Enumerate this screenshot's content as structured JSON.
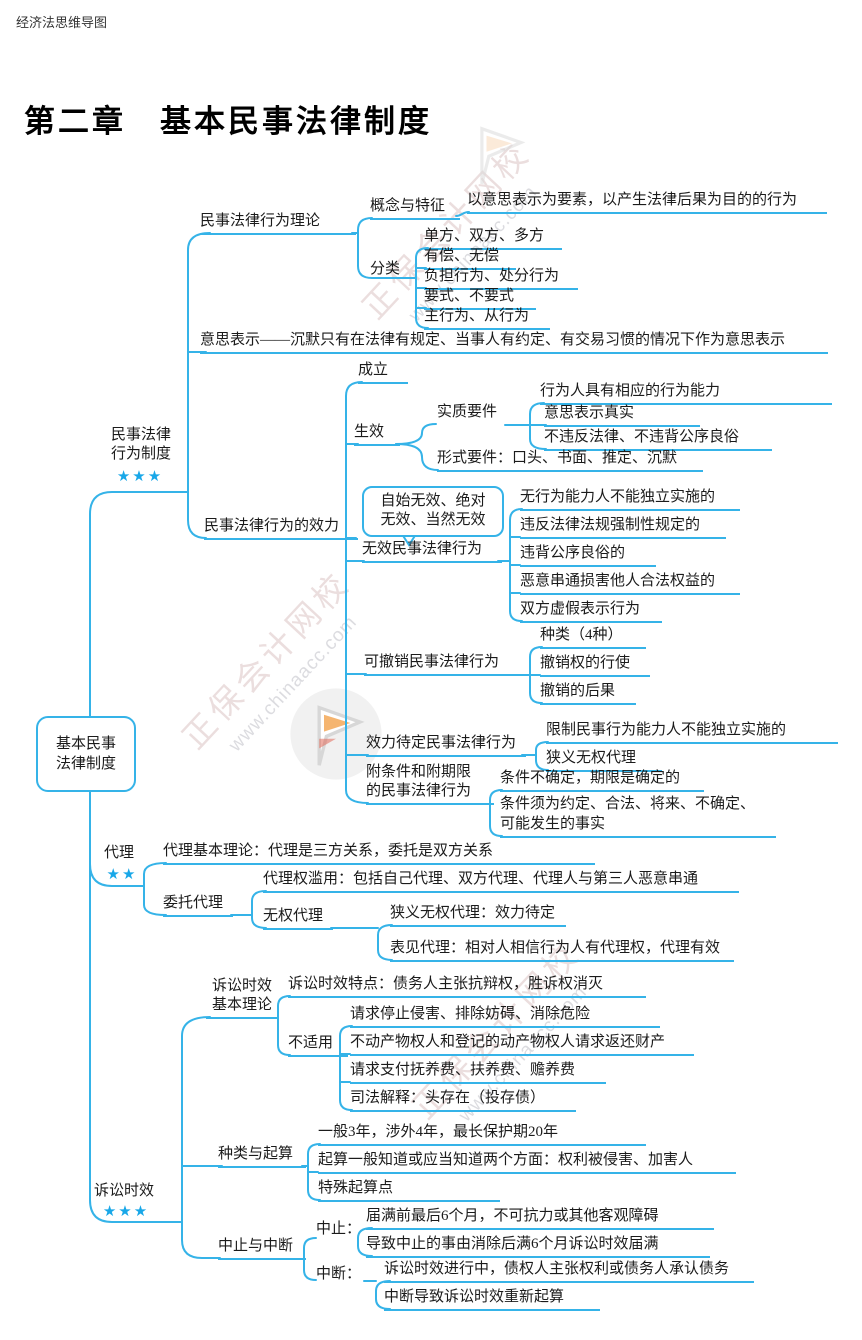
{
  "page": {
    "app_title": "经济法思维导图",
    "chapter_title": "第二章　基本民事法律制度"
  },
  "watermark": {
    "brand": "正保会计网校",
    "url": "www.chinaacc.com"
  },
  "colors": {
    "line": "#35b3e8",
    "star": "#18a7e8",
    "text": "#1b1b1b"
  },
  "root": {
    "line1": "基本民事",
    "line2": "法律制度"
  },
  "branches": {
    "b1_line1": "民事法律",
    "b1_line2": "行为制度",
    "b1_stars": "★★★",
    "b2_label": "代理",
    "b2_stars": "★★",
    "b3_label": "诉讼时效",
    "b3_stars": "★★★"
  },
  "nodes": {
    "theory": "民事法律行为理论",
    "concept": "概念与特征",
    "concept_detail": "以意思表示为要素，以产生法律后果为目的的行为",
    "cls": "分类",
    "cls1": "单方、双方、多方",
    "cls2": "有偿、无偿",
    "cls3": "负担行为、处分行为",
    "cls4": "要式、不要式",
    "cls5": "主行为、从行为",
    "yisi": "意思表示——沉默只有在法律有规定、当事人有约定、有交易习惯的情况下作为意思表示",
    "xiaoli": "民事法律行为的效力",
    "chengli": "成立",
    "shengxiao": "生效",
    "shizhi": "实质要件",
    "shizhi1": "行为人具有相应的行为能力",
    "shizhi2": "意思表示真实",
    "shizhi3": "不违反法律、不违背公序良俗",
    "xingshi": "形式要件：口头、书面、推定、沉默",
    "callout_line1": "自始无效、绝对",
    "callout_line2": "无效、当然无效",
    "wuxiao": "无效民事法律行为",
    "wx1": "无行为能力人不能独立实施的",
    "wx2": "违反法律法规强制性规定的",
    "wx3": "违背公序良俗的",
    "wx4": "恶意串通损害他人合法权益的",
    "wx5": "双方虚假表示行为",
    "kechexiao": "可撤销民事法律行为",
    "kcx1": "种类（4种）",
    "kcx2": "撤销权的行使",
    "kcx3": "撤销的后果",
    "xiaolidaiding": "效力待定民事法律行为",
    "xld1": "限制民事行为能力人不能独立实施的",
    "xld2": "狭义无权代理",
    "futiaojian_line1": "附条件和附期限",
    "futiaojian_line2": "的民事法律行为",
    "ftj1": "条件不确定，期限是确定的",
    "ftj2a": "条件须为约定、合法、将来、不确定、",
    "ftj2b": "可能发生的事实",
    "daili_jiben": "代理基本理论：代理是三方关系，委托是双方关系",
    "weituo": "委托代理",
    "lanyong": "代理权滥用：包括自己代理、双方代理、代理人与第三人恶意串通",
    "wuquan": "无权代理",
    "xiayi": "狭义无权代理：效力待定",
    "biaojian": "表见代理：相对人相信行为人有代理权，代理有效",
    "susong_line1": "诉讼时效",
    "susong_line2": "基本理论",
    "tedian": "诉讼时效特点：债务人主张抗辩权，胜诉权消灭",
    "bushiyong": "不适用",
    "bsy1": "请求停止侵害、排除妨碍、消除危险",
    "bsy2": "不动产物权人和登记的动产物权人请求返还财产",
    "bsy3": "请求支付抚养费、扶养费、赡养费",
    "bsy4": "司法解释：头存在（投存债）",
    "zhonglei": "种类与起算",
    "zl1": "一般3年，涉外4年，最长保护期20年",
    "zl2": "起算一般知道或应当知道两个方面：权利被侵害、加害人",
    "zl3": "特殊起算点",
    "zhongzhi_duan": "中止与中断",
    "zhongzhi": "中止：",
    "zz1": "届满前最后6个月，不可抗力或其他客观障碍",
    "zz2": "导致中止的事由消除后满6个月诉讼时效届满",
    "zhongduan": "中断：",
    "zd1": "诉讼时效进行中，债权人主张权利或债务人承认债务",
    "zd2": "中断导致诉讼时效重新起算"
  }
}
